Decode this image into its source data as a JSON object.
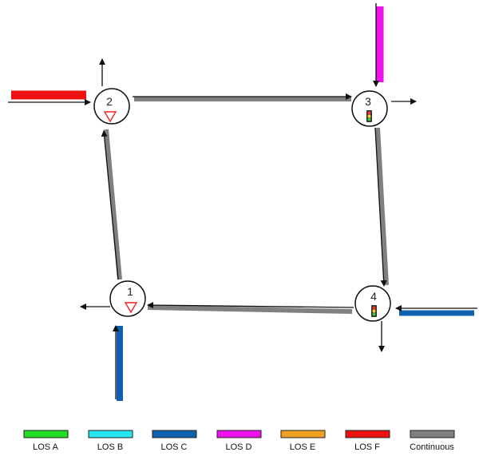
{
  "nodes": [
    {
      "id": "1",
      "label": "1",
      "control": "yield-icon"
    },
    {
      "id": "2",
      "label": "2",
      "control": "yield-icon"
    },
    {
      "id": "3",
      "label": "3",
      "control": "traffic-signal-icon"
    },
    {
      "id": "4",
      "label": "4",
      "control": "traffic-signal-icon"
    }
  ],
  "links": [
    {
      "from": "2",
      "to": "3",
      "los": "Continuous"
    },
    {
      "from": "3",
      "to": "4",
      "los": "Continuous"
    },
    {
      "from": "4",
      "to": "1",
      "los": "Continuous"
    },
    {
      "from": "1",
      "to": "2",
      "los": "Continuous"
    }
  ],
  "external_approaches": [
    {
      "node": "2",
      "direction": "west",
      "los": "LOS F"
    },
    {
      "node": "3",
      "direction": "north",
      "los": "LOS D"
    },
    {
      "node": "4",
      "direction": "east",
      "los": "LOS C"
    },
    {
      "node": "1",
      "direction": "south",
      "los": "LOS C"
    }
  ],
  "external_exits": [
    {
      "node": "2",
      "direction": "north"
    },
    {
      "node": "3",
      "direction": "east"
    },
    {
      "node": "4",
      "direction": "south"
    },
    {
      "node": "1",
      "direction": "west"
    }
  ],
  "legend": [
    {
      "label": "LOS A",
      "color": "#22dd22"
    },
    {
      "label": "LOS B",
      "color": "#22e6f0"
    },
    {
      "label": "LOS C",
      "color": "#1060b0"
    },
    {
      "label": "LOS D",
      "color": "#ee11ee"
    },
    {
      "label": "LOS E",
      "color": "#f0a020"
    },
    {
      "label": "LOS F",
      "color": "#ee1111"
    },
    {
      "label": "Continuous",
      "color": "#808080"
    }
  ],
  "colors": {
    "continuous": "#808080",
    "arrow": "#111111",
    "yield": "#ee2222"
  }
}
